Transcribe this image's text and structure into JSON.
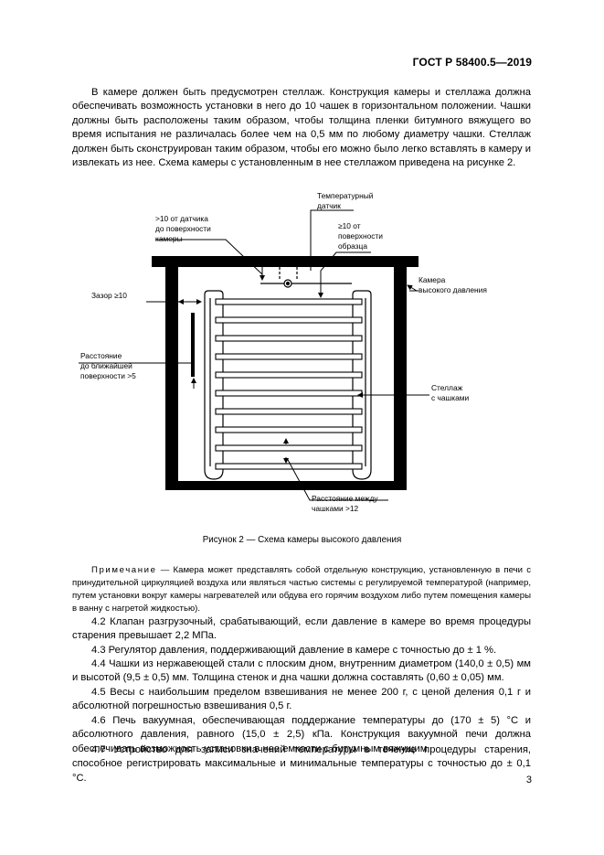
{
  "header": {
    "standard": "ГОСТ Р 58400.5—2019"
  },
  "intro_paragraph": "В камере должен быть предусмотрен стеллаж. Конструкция камеры и стеллажа должна обеспечивать возможность установки в него до 10 чашек в горизонтальном положении. Чашки должны быть расположены таким образом, чтобы толщина пленки битумного вяжущего во время испытания не различалась более чем на 0,5 мм по любому диаметру чашки. Стеллаж должен быть сконструирован таким образом, чтобы его можно было легко вставлять в камеру и извлекать из нее. Схема камеры с установленным в нее стеллажом приведена на рисунке 2.",
  "figure": {
    "labels": {
      "sensor": [
        "Температурный",
        "датчик"
      ],
      "dist_sensor_surface": [
        ">10 от датчика",
        "до поверхности",
        "камеры"
      ],
      "dist_sample_surface": [
        "≥10 от",
        "поверхности",
        "образца"
      ],
      "chamber": [
        "Камера",
        "высокого давления"
      ],
      "gap": "Зазор ≥10",
      "nearest_surface": [
        "Расстояние",
        "до ближайшей",
        "поверхности >5"
      ],
      "rack": [
        "Стеллаж",
        "с чашками"
      ],
      "cup_distance": [
        "Расстояние между",
        "чашками >12"
      ]
    },
    "caption": "Рисунок 2 — Схема камеры высокого давления"
  },
  "note": {
    "label": "Примечание",
    "text": " — Камера может представлять собой отдельную конструкцию, установленную в печи с принудительной циркуляцией воздуха или являться частью системы с регулируемой температурой (например, путем установки вокруг камеры нагревателей или обдува его горячим воздухом либо путем помещения камеры в ванну с нагретой жидкостью)."
  },
  "items": [
    "4.2 Клапан разгрузочный, срабатывающий, если давление в камере во время процедуры старения превышает 2,2 МПа.",
    "4.3 Регулятор давления, поддерживающий давление в камере с точностью до ± 1 %.",
    "4.4 Чашки из нержавеющей стали с плоским дном, внутренним диаметром (140,0 ± 0,5) мм и высотой (9,5 ± 0,5) мм. Толщина стенок и дна чашки должна составлять (0,60 ± 0,05) мм.",
    "4.5 Весы с наибольшим пределом взвешивания не менее 200 г, с ценой деления 0,1 г и абсолютной погрешностью взвешивания 0,5 г.",
    "4.6 Печь вакуумная, обеспечивающая поддержание температуры до (170 ± 5) °С и абсолютного давления, равного (15,0 ± 2,5) кПа. Конструкция вакуумной печи должна обеспечивать возможность установки в нее емкости с битумным вяжущим.",
    "4.7 Устройство для записи значений температуры в течение процедуры старения, способное регистрировать максимальные и минимальные температуры с точностью до ± 0,1 °С."
  ],
  "page_number": "3"
}
